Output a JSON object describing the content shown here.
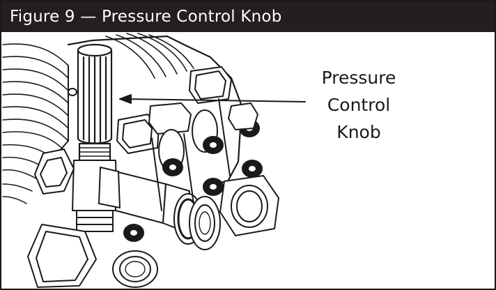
{
  "figure": {
    "title": "Figure 9 — Pressure Control Knob",
    "callout": {
      "line1": "Pressure",
      "line2": "Control",
      "line3": "Knob"
    }
  },
  "colors": {
    "header_background": "#231f20",
    "header_text": "#ffffff",
    "line_art": "#1a1a1a",
    "background": "#ffffff"
  },
  "illustration": {
    "subject": "pressure washer pump line drawing",
    "icon": "pump-illustration-icon"
  }
}
